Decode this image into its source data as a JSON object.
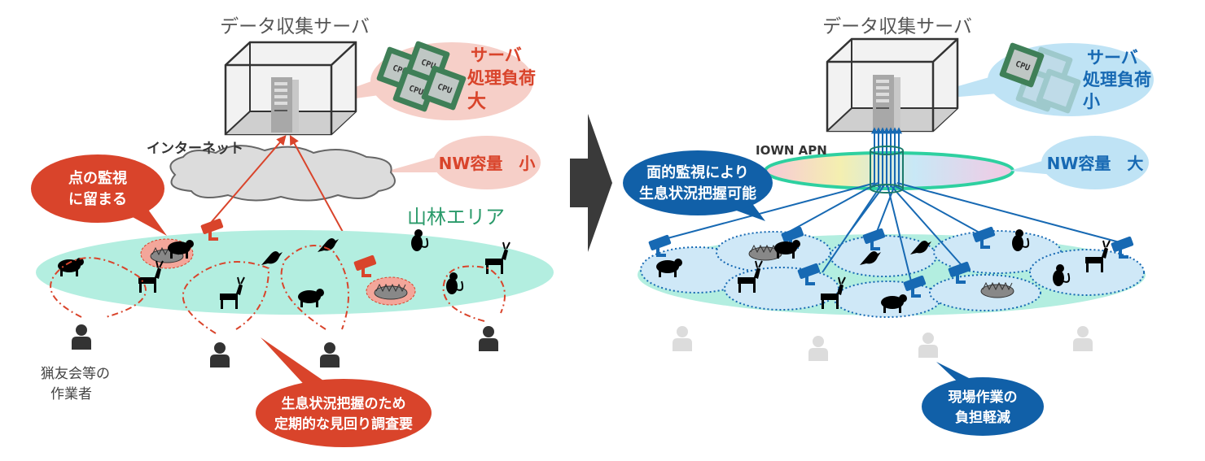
{
  "left": {
    "server_title": "データ収集サーバ",
    "server_load": {
      "lines": [
        "サーバ",
        "処理負荷",
        "大"
      ]
    },
    "internet_label": "インターネット",
    "nw_capacity": "NW容量　小",
    "point_monitor": {
      "lines": [
        "点の監視",
        "に留まる"
      ]
    },
    "forest_label": "山林エリア",
    "worker_label": {
      "lines": [
        "猟友会等の",
        "作業者"
      ]
    },
    "patrol": {
      "lines": [
        "生息状況把握のため",
        "定期的な見回り調査要"
      ]
    },
    "cpu_label": "CPU"
  },
  "right": {
    "server_title": "データ収集サーバ",
    "server_load": {
      "lines": [
        "サーバ",
        "処理負荷",
        "小"
      ]
    },
    "network_label": "IOWN APN",
    "nw_capacity": "NW容量　大",
    "area_monitor": {
      "lines": [
        "面的監視により",
        "生息状況把握可能"
      ]
    },
    "burden": {
      "lines": [
        "現場作業の",
        "負担軽減"
      ]
    },
    "cpu_label": "CPU"
  },
  "colors": {
    "red": "#d9442b",
    "pink_bubble": "#f6cfc8",
    "blue": "#1769b3",
    "light_blue_bubble": "#bfe3f5",
    "forest": "#b3eee0",
    "forest_text": "#2a9a6a",
    "dark_bubble_blue": "#1160a8"
  }
}
